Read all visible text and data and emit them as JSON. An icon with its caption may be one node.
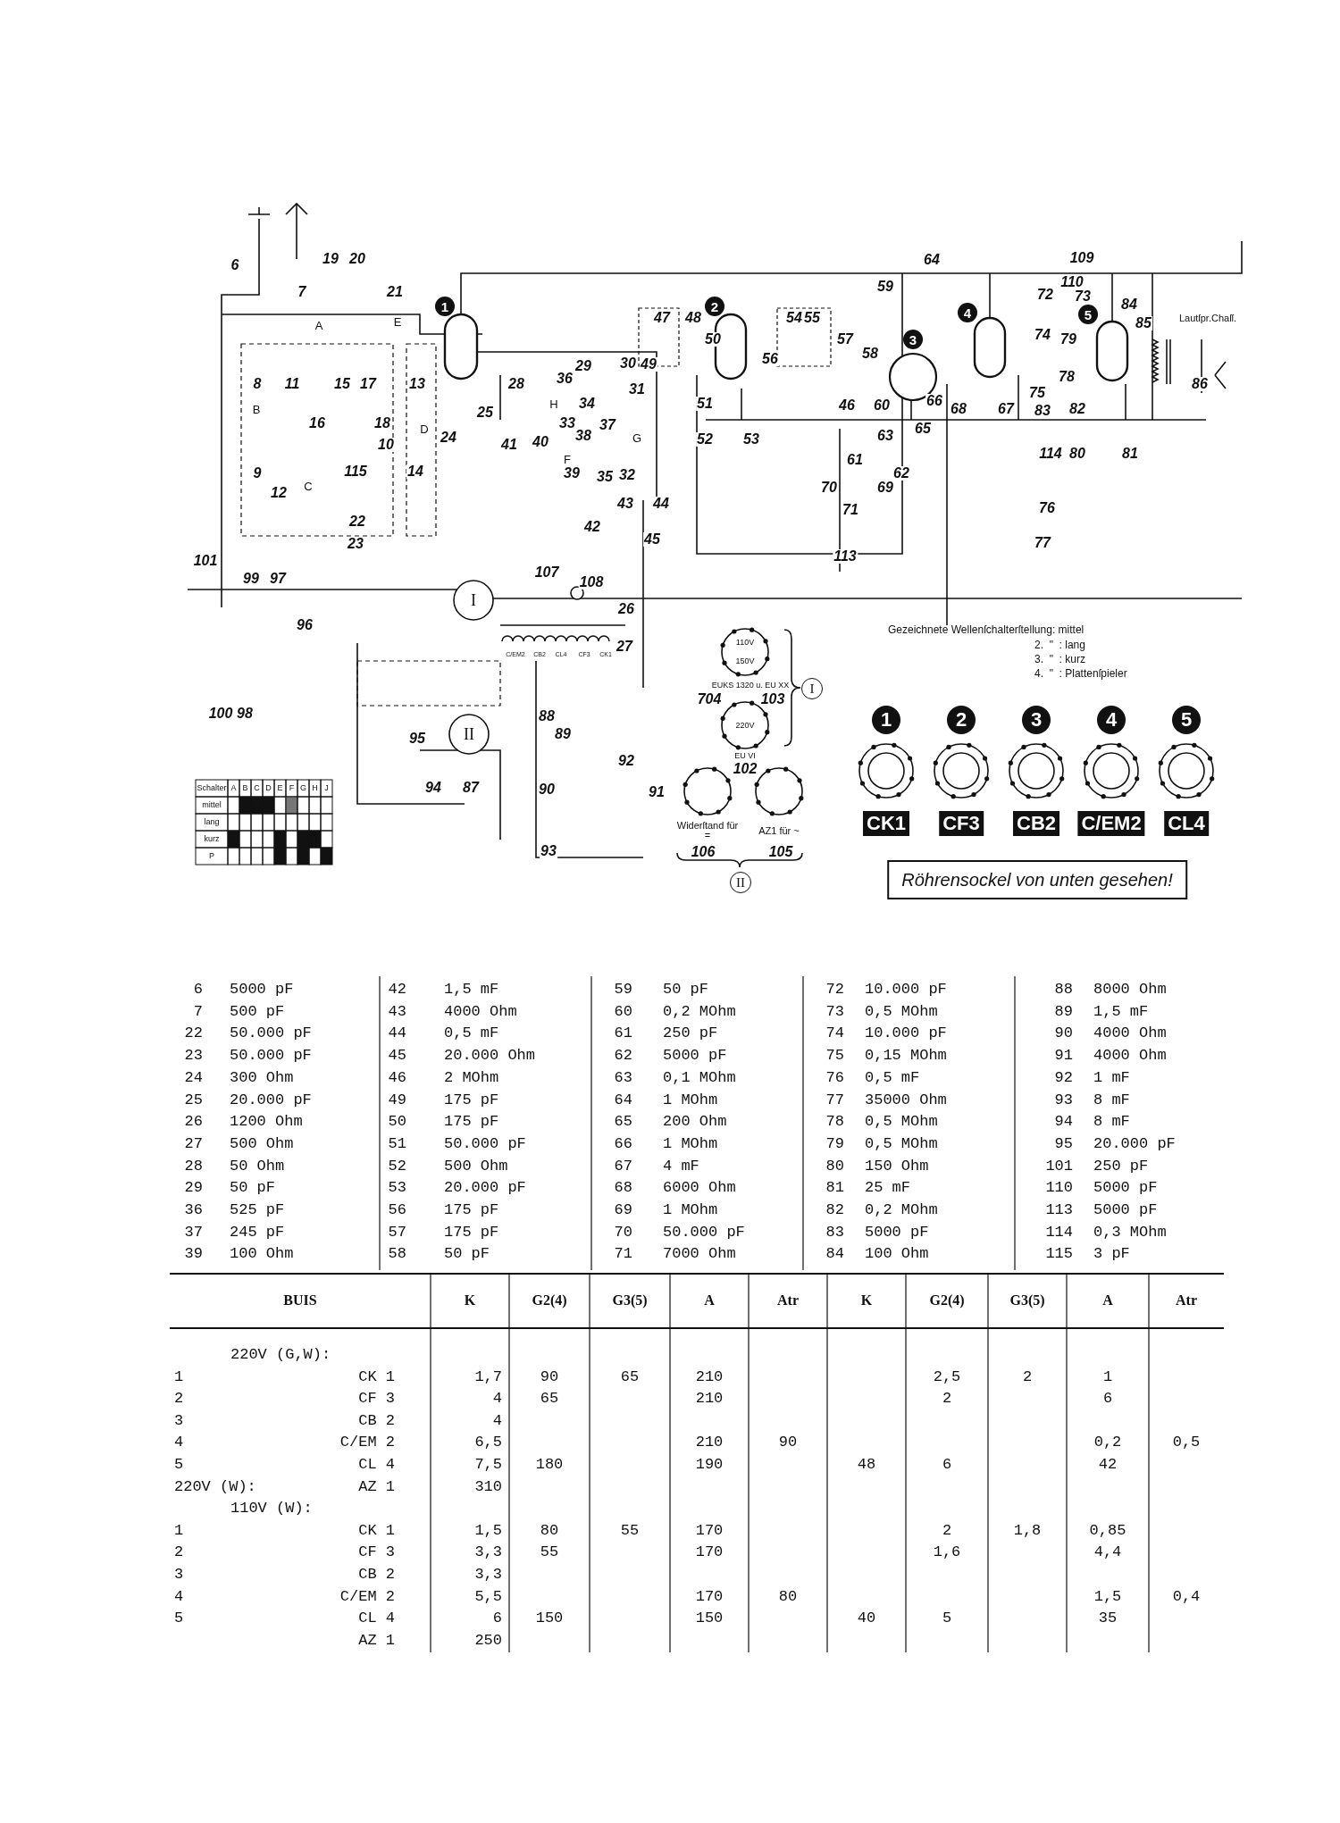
{
  "diagram": {
    "labels": [
      "6",
      "19",
      "20",
      "64",
      "109",
      "7",
      "21",
      "59",
      "72",
      "110",
      "73",
      "1",
      "2",
      "4",
      "5",
      "84",
      "A",
      "E",
      "47",
      "48",
      "54",
      "55",
      "85",
      "Lautſpr.Chaſſ.",
      "50",
      "57",
      "3",
      "74",
      "79",
      "29",
      "30",
      "49",
      "56",
      "58",
      "8",
      "11",
      "15",
      "17",
      "13",
      "28",
      "36",
      "31",
      "75",
      "78",
      "86",
      "B",
      "25",
      "H",
      "34",
      "51",
      "46",
      "60",
      "66",
      "68",
      "67",
      "83",
      "82",
      "16",
      "18",
      "D",
      "33",
      "37",
      "65",
      "10",
      "24",
      "41",
      "40",
      "38",
      "G",
      "52",
      "53",
      "63",
      "F",
      "61",
      "114",
      "80",
      "81",
      "9",
      "115",
      "14",
      "39",
      "35",
      "32",
      "62",
      "12",
      "C",
      "70",
      "69",
      "43",
      "44",
      "71",
      "76",
      "22",
      "42",
      "23",
      "45",
      "77",
      "101",
      "113",
      "99",
      "97",
      "107",
      "108",
      "I",
      "26",
      "96",
      "Gezeichnete Wellenſchalterſtellung: mittel",
      "2.  \"  : lang",
      "3.  \"  : kurz",
      "4.  \"  : Plattenſpieler",
      "110V",
      "27",
      "C/EM2",
      "CB2",
      "CL4",
      "CF3",
      "CK1",
      "150V",
      "EUKS 1320 u. EU XX",
      "I",
      "704",
      "103",
      "100",
      "98",
      "88",
      "1",
      "2",
      "3",
      "4",
      "5",
      "95",
      "II",
      "89",
      "220V",
      "92",
      "EU VI",
      "102",
      "Schalter",
      "A",
      "B",
      "C",
      "D",
      "E",
      "F",
      "G",
      "H",
      "J",
      "mittel",
      "lang",
      "kurz",
      "P",
      "94",
      "87",
      "90",
      "91",
      "CK1",
      "CF3",
      "CB2",
      "C/EM2",
      "CL4",
      "Widerſtand für =",
      "AZ1 für ~",
      "93",
      "106",
      "105",
      "Röhrensockel von unten gesehen!",
      "II",
      "6",
      "5000 pF",
      "42",
      "1,5 mF",
      "59",
      "50 pF",
      "72",
      "10.000 pF",
      "88",
      "8000 Ohm",
      "7",
      "500 pF",
      "43",
      "4000 Ohm",
      "60",
      "0,2 MOhm",
      "73",
      "0,5 MOhm",
      "89",
      "1,5 mF",
      "22",
      "50.000 pF",
      "44",
      "0,5 mF",
      "61",
      "250 pF",
      "74",
      "10.000 pF",
      "90",
      "4000 Ohm",
      "23",
      "50.000 pF",
      "45",
      "20.000 Ohm",
      "62",
      "5000 pF",
      "75",
      "0,15 MOhm",
      "91",
      "4000 Ohm",
      "24",
      "300 Ohm",
      "46",
      "2 MOhm",
      "63",
      "0,1 MOhm",
      "76",
      "0,5 mF",
      "92",
      "1 mF",
      "25",
      "20.000 pF",
      "49",
      "175 pF",
      "64",
      "1 MOhm",
      "77",
      "35000 Ohm",
      "93",
      "8 mF",
      "26",
      "1200 Ohm",
      "50",
      "175 pF",
      "65",
      "200 Ohm",
      "78",
      "0,5 MOhm",
      "94",
      "8 mF",
      "27",
      "500 Ohm",
      "51",
      "50.000 pF",
      "66",
      "1 MOhm",
      "79",
      "0,5 MOhm",
      "95",
      "20.000 pF",
      "28",
      "50 Ohm",
      "52",
      "500 Ohm",
      "67",
      "4 mF",
      "80",
      "150 Ohm",
      "101",
      "250 pF",
      "29",
      "50 pF",
      "53",
      "20.000 pF",
      "68",
      "6000 Ohm",
      "81",
      "25 mF",
      "110",
      "5000 pF",
      "36",
      "525 pF",
      "56",
      "175 pF",
      "69",
      "1 MOhm",
      "82",
      "0,2 MOhm",
      "113",
      "5000 pF",
      "37",
      "245 pF",
      "57",
      "175 pF",
      "70",
      "50.000 pF",
      "83",
      "5000 pF",
      "114",
      "0,3 MOhm",
      "39",
      "100 Ohm",
      "58",
      "50 pF",
      "71",
      "7000 Ohm",
      "84",
      "100 Ohm",
      "115",
      "3 pF",
      "BUIS",
      "K",
      "G2(4)",
      "G3(5)",
      "A",
      "Atr",
      "K",
      "G2(4)",
      "G3(5)",
      "A",
      "Atr",
      "220V (G,W):",
      "1",
      "CK 1",
      "1,7",
      "90",
      "65",
      "210",
      "2,5",
      "2",
      "1",
      "2",
      "CF 3",
      "4",
      "65",
      "210",
      "2",
      "6",
      "3",
      "CB 2",
      "4",
      "4",
      "C/EM 2",
      "6,5",
      "210",
      "90",
      "0,2",
      "0,5",
      "5",
      "CL 4",
      "7,5",
      "180",
      "190",
      "48",
      "6",
      "42",
      "220V (W):",
      "AZ 1",
      "310",
      "110V (W):",
      "1",
      "CK 1",
      "1,5",
      "80",
      "55",
      "170",
      "2",
      "1,8",
      "0,85",
      "2",
      "CF 3",
      "3,3",
      "55",
      "170",
      "1,6",
      "4,4",
      "3",
      "CB 2",
      "3,3",
      "4",
      "C/EM 2",
      "5,5",
      "170",
      "80",
      "1,5",
      "0,4",
      "5",
      "CL 4",
      "6",
      "150",
      "150",
      "40",
      "5",
      "35",
      "AZ 1",
      "250"
    ]
  }
}
